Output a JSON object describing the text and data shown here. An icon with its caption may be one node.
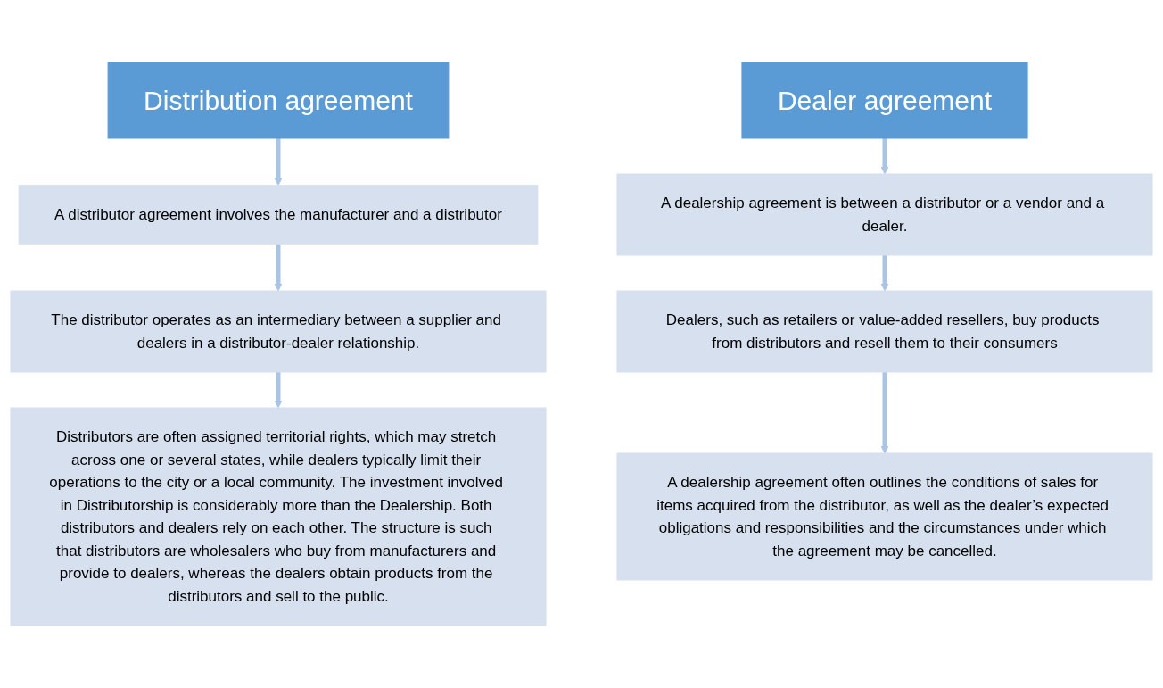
{
  "diagram": {
    "nodes": [
      {
        "text": [
          "Distribution agreement"
        ]
      },
      {
        "text": [
          "A distributor agreement involves the manufacturer and a distributor"
        ]
      },
      {
        "text": [
          "The distributor operates as an intermediary between a supplier and dealers in a distributor-dealer relationship."
        ]
      },
      {
        "text": [
          "Distributors are often assigned territorial rights, which may stretch across one or several states, while dealers typically limit their operations to the city or a local community. The investment involved in Distributorship is considerably more than the Dealership. Both distributors and dealers rely on each other. The structure is such that distributors are wholesalers who buy from manufacturers and provide to dealers, whereas the dealers obtain products from the distributors and sell to the public."
        ]
      },
      {
        "text": [
          "Dealer agreement"
        ]
      },
      {
        "text": [
          "A dealership agreement is between a distributor or a vendor and a dealer."
        ]
      },
      {
        "text": [
          "Dealers, such as retailers or value-added resellers, buy products from distributors and resell them to their consumers"
        ]
      },
      {
        "text": [
          "A dealership agreement often outlines the conditions of sales for items acquired from the distributor, as well as the dealer’s expected obligations and responsibilities and the circumstances under which the agreement may be cancelled."
        ]
      }
    ],
    "edges": [
      {
        "from": 0,
        "to": 1,
        "arrow": "to"
      },
      {
        "from": 1,
        "to": 2,
        "arrow": "to"
      },
      {
        "from": 2,
        "to": 3,
        "arrow": "to"
      },
      {
        "from": 4,
        "to": 5,
        "arrow": "to"
      },
      {
        "from": 5,
        "to": 6,
        "arrow": "to"
      },
      {
        "from": 6,
        "to": 7,
        "arrow": "to"
      }
    ]
  }
}
